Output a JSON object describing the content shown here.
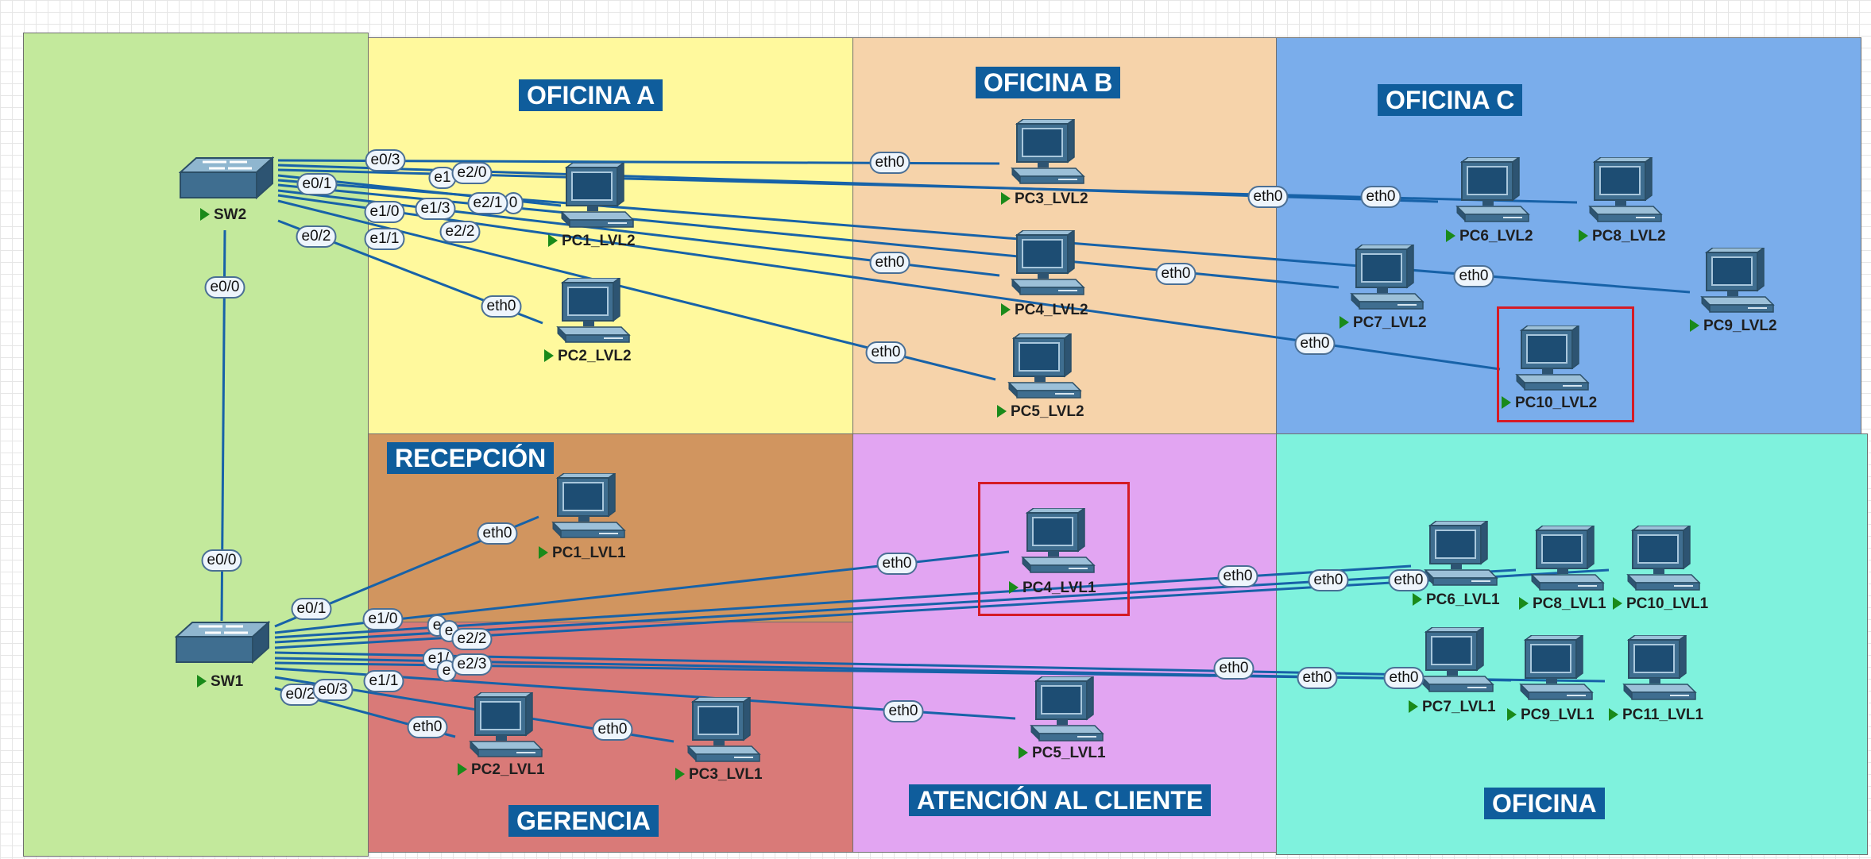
{
  "zones": {
    "oficina_a": "OFICINA A",
    "oficina_b": "OFICINA B",
    "oficina_c": "OFICINA  C",
    "recepcion": "RECEPCIÓN",
    "gerencia": "GERENCIA",
    "atencion": "ATENCIÓN AL CLIENTE",
    "oficina": "OFICINA"
  },
  "colors": {
    "switch_zone": "#c3e99c",
    "oficina_a": "#fff99d",
    "oficina_b": "#f6d3aa",
    "oficina_c": "#7aadeb",
    "recepcion": "#d1955f",
    "gerencia": "#d97a78",
    "atencion": "#e2a5f2",
    "oficina": "#7ff2dd",
    "title_bg": "#0f5d9c",
    "link": "#1762a8",
    "highlight": "#d51b26"
  },
  "switches": {
    "sw2": "SW2",
    "sw1": "SW1"
  },
  "pcs": {
    "pc1_lvl2": "PC1_LVL2",
    "pc2_lvl2": "PC2_LVL2",
    "pc3_lvl2": "PC3_LVL2",
    "pc4_lvl2": "PC4_LVL2",
    "pc5_lvl2": "PC5_LVL2",
    "pc6_lvl2": "PC6_LVL2",
    "pc7_lvl2": "PC7_LVL2",
    "pc8_lvl2": "PC8_LVL2",
    "pc9_lvl2": "PC9_LVL2",
    "pc10_lvl2": "PC10_LVL2",
    "pc1_lvl1": "PC1_LVL1",
    "pc2_lvl1": "PC2_LVL1",
    "pc3_lvl1": "PC3_LVL1",
    "pc4_lvl1": "PC4_LVL1",
    "pc5_lvl1": "PC5_LVL1",
    "pc6_lvl1": "PC6_LVL1",
    "pc7_lvl1": "PC7_LVL1",
    "pc8_lvl1": "PC8_LVL1",
    "pc9_lvl1": "PC9_LVL1",
    "pc10_lvl1": "PC10_LVL1",
    "pc11_lvl1": "PC11_LVL1"
  },
  "ports": {
    "sw2_e0_0": "e0/0",
    "sw2_e0_1": "e0/1",
    "sw2_e0_2": "e0/2",
    "sw2_e0_3": "e0/3",
    "sw2_e1_0": "e1/0",
    "sw2_e1_1": "e1/1",
    "sw2_e1_2": "e1",
    "sw2_e1_3": "e1/3",
    "sw2_e2_0": "e2/0",
    "sw2_e2_1": "e2/1",
    "sw2_e2_2": "e2/2",
    "sw2_frag": "0",
    "sw1_e0_0": "e0/0",
    "sw1_e0_1": "e0/1",
    "sw1_e0_2": "e0/2",
    "sw1_e0_3": "e0/3",
    "sw1_e1_0": "e1/0",
    "sw1_e1_1": "e1/1",
    "sw1_e1_3": "e1/",
    "sw1_e2_x": "e",
    "sw1_e2_y": "e",
    "sw1_e2_0": "e",
    "sw1_e2_2": "e2/2",
    "sw1_e2_3": "e2/3",
    "eth0": "eth0"
  }
}
